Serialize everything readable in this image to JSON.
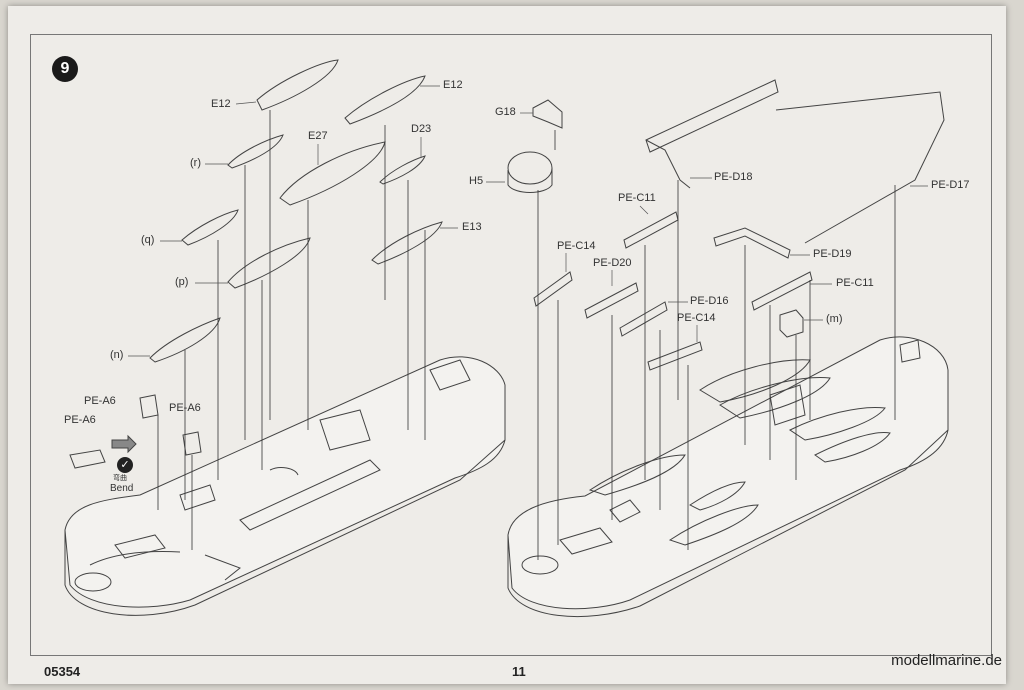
{
  "page": {
    "step_number": "9",
    "code": "05354",
    "page_number": "11",
    "watermark": "modellmarine.de"
  },
  "bend": {
    "label": "Bend",
    "cjk": "弯曲",
    "icon": "check-circle-icon"
  },
  "left_labels": {
    "e12_a": "E12",
    "e12_b": "E12",
    "r": "(r)",
    "e27": "E27",
    "d23": "D23",
    "q": "(q)",
    "e13": "E13",
    "p": "(p)",
    "n": "(n)",
    "pe_a6_1": "PE-A6",
    "pe_a6_2": "PE-A6",
    "pe_a6_3": "PE-A6"
  },
  "right_labels": {
    "g18": "G18",
    "h5": "H5",
    "pe_d18": "PE-D18",
    "pe_d17": "PE-D17",
    "pe_c11_a": "PE-C11",
    "pe_c14_a": "PE-C14",
    "pe_d20": "PE-D20",
    "pe_d19": "PE-D19",
    "pe_c11_b": "PE-C11",
    "pe_d16": "PE-D16",
    "pe_c14_b": "PE-C14",
    "m": "(m)"
  }
}
